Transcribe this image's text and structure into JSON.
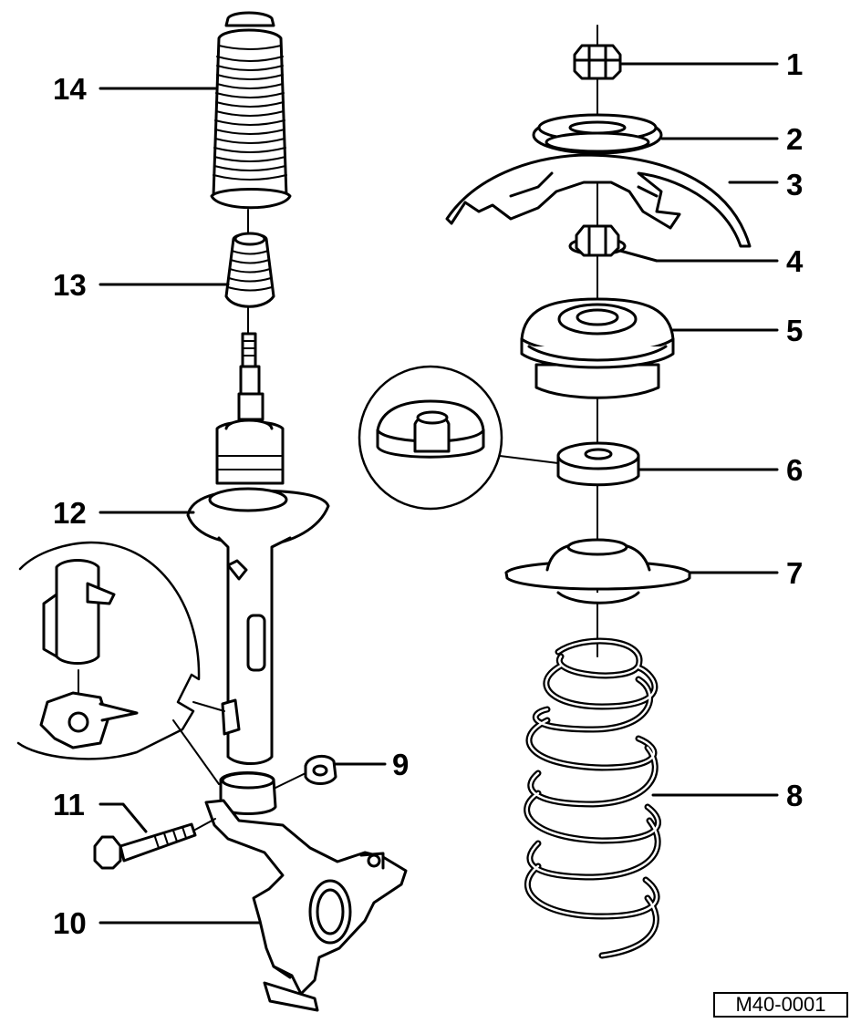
{
  "callouts": {
    "c1": "1",
    "c2": "2",
    "c3": "3",
    "c4": "4",
    "c5": "5",
    "c6": "6",
    "c7": "7",
    "c8": "8",
    "c9": "9",
    "c10": "10",
    "c11": "11",
    "c12": "12",
    "c13": "13",
    "c14": "14"
  },
  "reference_code": "M40-0001"
}
